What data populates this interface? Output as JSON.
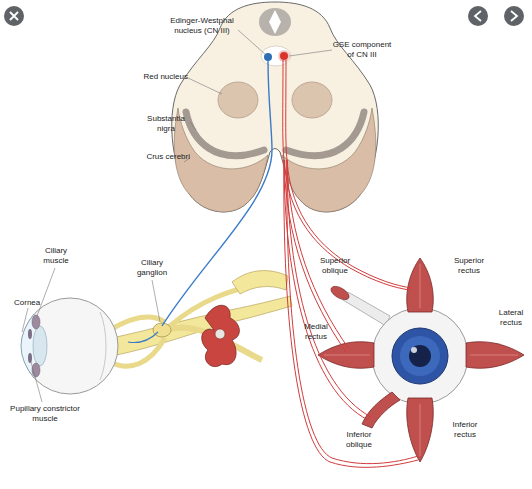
{
  "diagram": {
    "labels": [
      "Edinger-Westphal nucleus (CN III)",
      "GSE component of CN III",
      "Red nucleus",
      "Substantia nigra",
      "Crus cerebri",
      "Ciliary muscle",
      "Ciliary ganglion",
      "Superior oblique",
      "Superior rectus",
      "Cornea",
      "Lateral rectus",
      "Medial rectus",
      "Pupillary constrictor muscle",
      "Inferior oblique",
      "Inferior rectus"
    ]
  }
}
